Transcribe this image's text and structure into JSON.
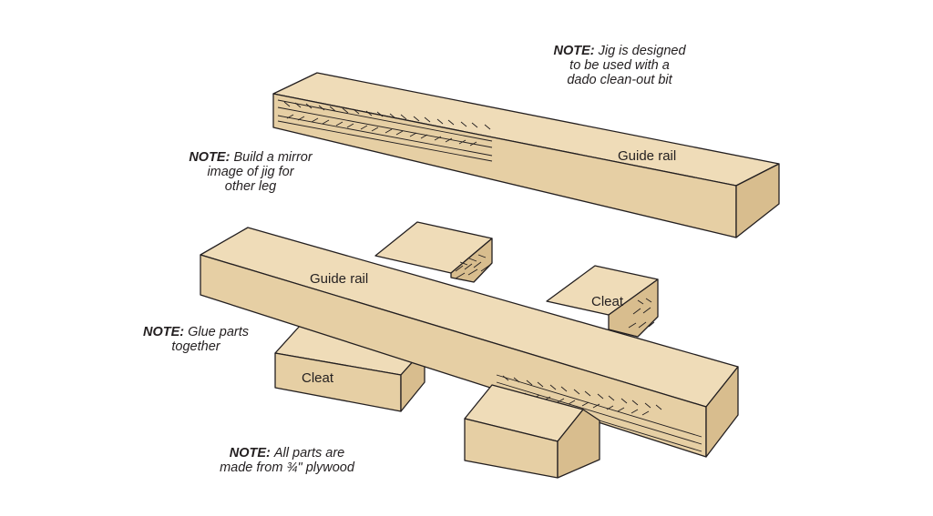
{
  "colors": {
    "wood_top": "#efdcb8",
    "wood_face": "#e6cfa4",
    "wood_side": "#d8bd8e",
    "outline": "#231f20"
  },
  "notes": {
    "jig": {
      "keyword": "NOTE:",
      "line1": "Jig is designed",
      "line2": "to be used with a",
      "line3": "dado clean-out bit"
    },
    "mirror": {
      "keyword": "NOTE:",
      "line1": "Build a mirror",
      "line2": "image of jig for",
      "line3": "other leg"
    },
    "glue": {
      "keyword": "NOTE:",
      "line1": "Glue parts",
      "line2": "together"
    },
    "plywood": {
      "keyword": "NOTE:",
      "line1": "All parts are",
      "line2": "made from ¾\" plywood"
    }
  },
  "labels": {
    "guide_rail_top": "Guide rail",
    "guide_rail_bottom": "Guide rail",
    "cleat_left": "Cleat",
    "cleat_right": "Cleat"
  }
}
